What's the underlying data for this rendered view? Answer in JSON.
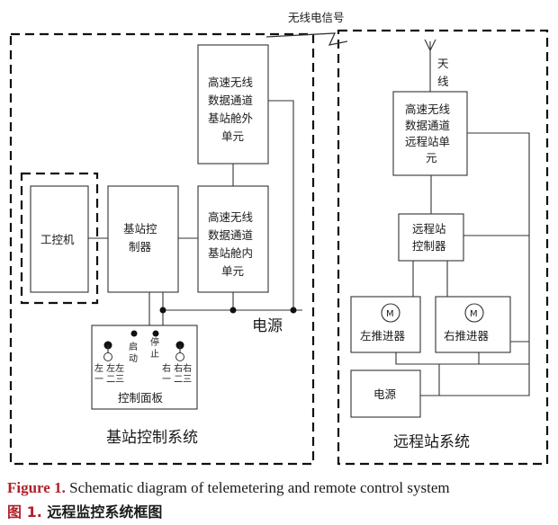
{
  "wireless_signal": "无线电信号",
  "antenna": [
    "天",
    "线"
  ],
  "systems": {
    "base": "基站控制系统",
    "remote": "远程站系统"
  },
  "base": {
    "ipc": "工控机",
    "controller": [
      "基站控",
      "制器"
    ],
    "outer_unit": [
      "高速无线",
      "数据通道",
      "基站舱外",
      "单元"
    ],
    "inner_unit": [
      "高速无线",
      "数据通道",
      "基站舱内",
      "单元"
    ],
    "power": "电源",
    "panel": {
      "title": "控制面板",
      "start": [
        "启",
        "动"
      ],
      "stop": [
        "停",
        "止"
      ],
      "left": [
        "左 左左",
        "一 二三"
      ],
      "right": [
        "右 右右",
        "一 二三"
      ]
    }
  },
  "remote": {
    "unit": [
      "高速无线",
      "数据通道",
      "远程站单",
      "元"
    ],
    "controller": [
      "远程站",
      "控制器"
    ],
    "motor_symbol": "M",
    "left_thruster": "左推进器",
    "right_thruster": "右推进器",
    "power": "电源"
  },
  "caption": {
    "en_label": "Figure 1.",
    "en_text": " Schematic diagram of telemetering and remote control system",
    "cn_label": "图 1.",
    "cn_text": "  远程监控系统框图"
  },
  "colors": {
    "caption_label": "#b0202a",
    "line": "#333333"
  }
}
